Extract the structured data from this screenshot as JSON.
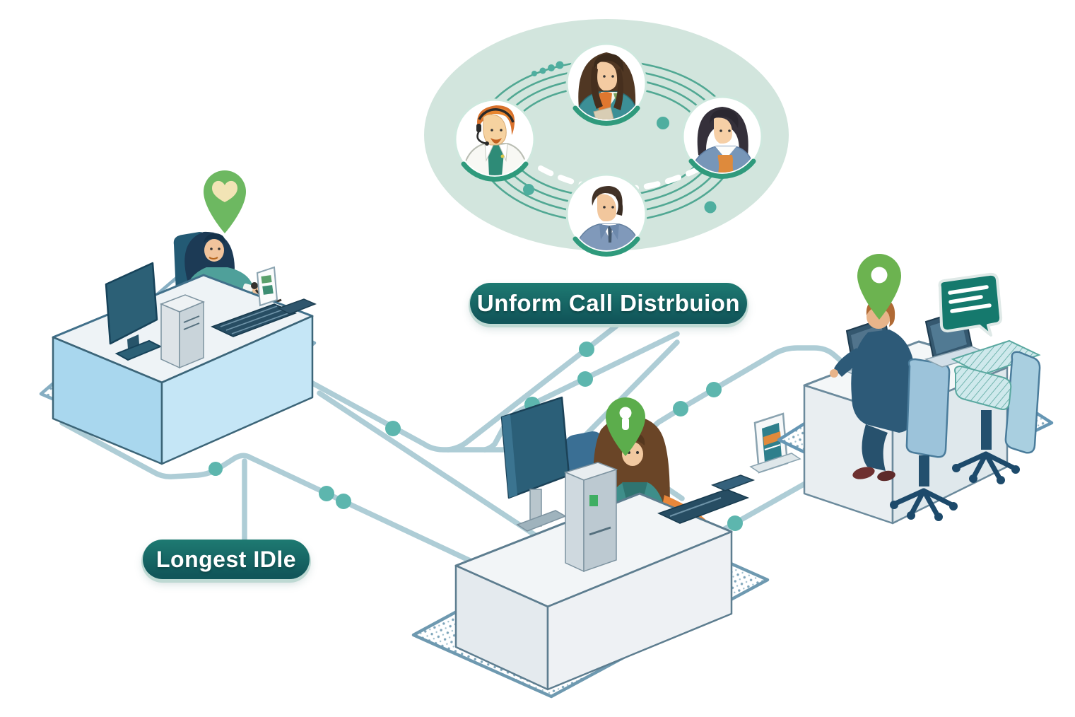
{
  "labels": {
    "uniform_call_distribution": "Unform Call Distrbuion",
    "longest_idle": "Longest IDle"
  },
  "agent_pool": {
    "background_color": "#d2e5dd",
    "arc_color": "#44a28c",
    "avatars": [
      "agent-man-headset",
      "agent-woman-scarf",
      "agent-woman-bob",
      "agent-man-suit"
    ]
  },
  "network": {
    "line_color": "#aecdd6",
    "node_color": "#5db6ae",
    "node_count": 11
  },
  "icons": [
    {
      "name": "location-pin-heart-icon",
      "color": "#6db861"
    },
    {
      "name": "location-pin-keyhole-icon",
      "color": "#5cad4c"
    },
    {
      "name": "location-pin-circle-icon",
      "color": "#6cb350"
    },
    {
      "name": "chat-bubble-icon",
      "color": "#15796d"
    }
  ],
  "colors": {
    "pill_background": "#14605e",
    "pill_text": "#ffffff",
    "desk_blue": "#bfe1f2",
    "monitor_teal": "#2c6076",
    "platform_dot": "#7fa6bb"
  }
}
